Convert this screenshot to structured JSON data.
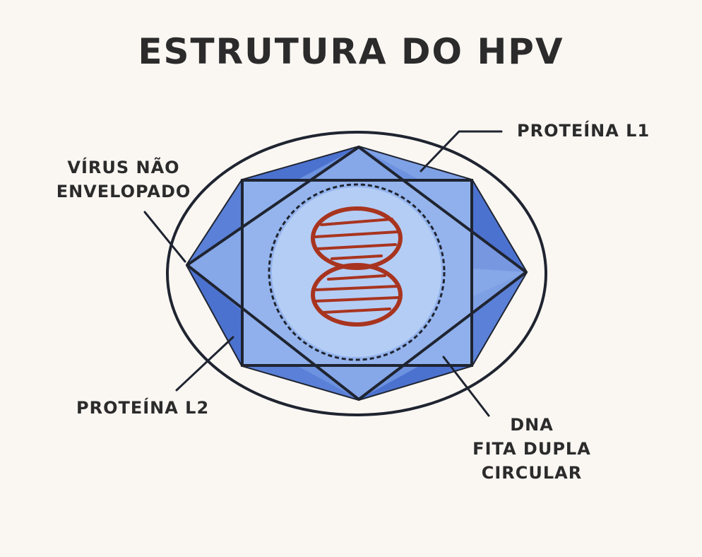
{
  "title": "ESTRUTURA DO HPV",
  "labels": {
    "protein_l1": "PROTEÍNA L1",
    "envelope_line1": "VÍRUS NÃO",
    "envelope_line2": "ENVELOPADO",
    "protein_l2": "PROTEÍNA L2",
    "dna_line1": "DNA",
    "dna_line2": "FITA DUPLA",
    "dna_line3": "CIRCULAR"
  },
  "colors": {
    "background": "#faf7f3",
    "capsid_dark": "#4c72d0",
    "capsid_mid": "#6d92e0",
    "capsid_light": "#9bb8ef",
    "core": "#b4cdf5",
    "dna": "#a8341f",
    "outline": "#1f2430"
  }
}
